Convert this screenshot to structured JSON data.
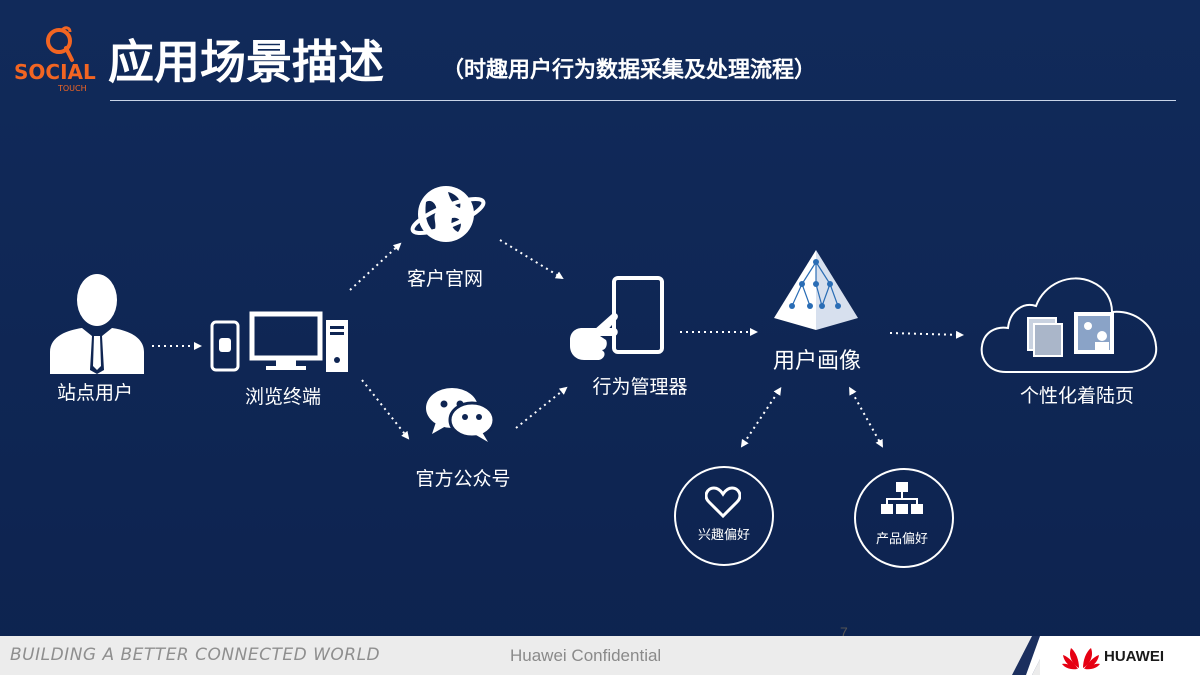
{
  "header": {
    "logo_text": "SOCIAL",
    "logo_subtext": "TOUCH",
    "title": "应用场景描述",
    "subtitle": "（时趣用户行为数据采集及处理流程）"
  },
  "nodes": {
    "site_user": "站点用户",
    "browse_terminal": "浏览终端",
    "client_website": "客户官网",
    "official_account": "官方公众号",
    "behavior_manager": "行为管理器",
    "user_profile": "用户画像",
    "personalized_landing": "个性化着陆页",
    "interest_pref": "兴趣偏好",
    "product_pref": "产品偏好"
  },
  "footer": {
    "tagline": "BUILDING A BETTER CONNECTED WORLD",
    "confidential": "Huawei Confidential",
    "page_number": "7",
    "brand": "HUAWEI"
  },
  "colors": {
    "background": "#0f2552",
    "accent": "#f26522",
    "foreground": "#ffffff",
    "huawei_red": "#e60012"
  }
}
